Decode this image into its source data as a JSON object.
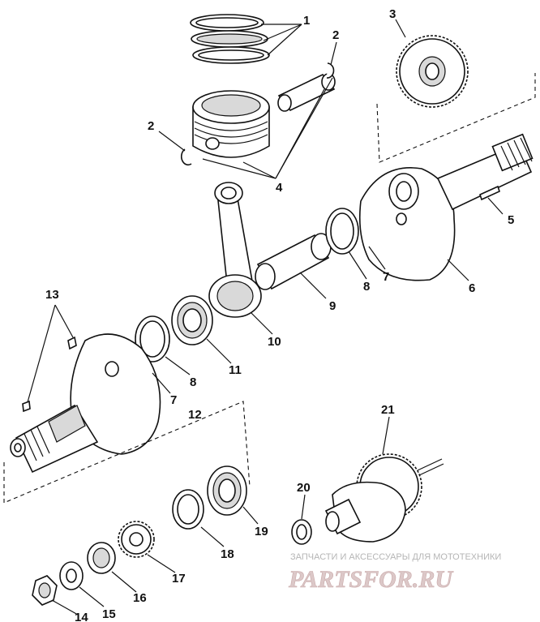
{
  "diagram": {
    "callouts": {
      "c1": "1",
      "c2a": "2",
      "c2b": "2",
      "c3": "3",
      "c4": "4",
      "c5": "5",
      "c6": "6",
      "c7a": "7",
      "c7b": "7",
      "c8a": "8",
      "c8b": "8",
      "c9": "9",
      "c10": "10",
      "c11": "11",
      "c12": "12",
      "c13": "13",
      "c14": "14",
      "c15": "15",
      "c16": "16",
      "c17": "17",
      "c18": "18",
      "c19": "19",
      "c20": "20",
      "c21": "21"
    }
  },
  "watermark": {
    "tagline": "ЗАПЧАСТИ И АКСЕССУАРЫ ДЛЯ МОТОТЕХНИКИ",
    "logo": "PARTSFOR.RU"
  }
}
